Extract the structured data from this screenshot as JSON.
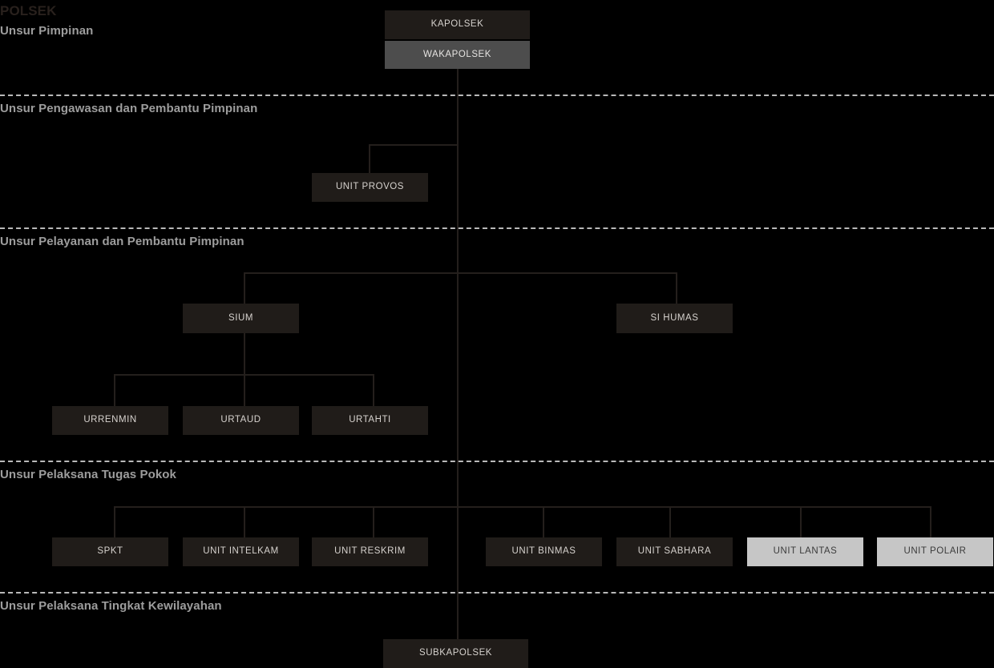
{
  "title": "POLSEK",
  "sections": [
    {
      "id": "pimpinan",
      "label": "Unsur Pimpinan"
    },
    {
      "id": "pengawasan",
      "label": "Unsur Pengawasan dan Pembantu Pimpinan"
    },
    {
      "id": "pelayanan",
      "label": "Unsur Pelayanan dan Pembantu Pimpinan"
    },
    {
      "id": "pelaksana",
      "label": "Unsur Pelaksana Tugas Pokok"
    },
    {
      "id": "kewilayahan",
      "label": "Unsur Pelaksana Tingkat Kewilayahan"
    }
  ],
  "nodes": {
    "kapolsek": "KAPOLSEK",
    "wakapolsek": "WAKAPOLSEK",
    "unit_provos": "UNIT PROVOS",
    "sium": "SIUM",
    "si_humas": "SI HUMAS",
    "urrenmin": "URRENMIN",
    "urtaud": "URTAUD",
    "urtahti": "URTAHTI",
    "spkt": "SPKT",
    "unit_intelkam": "UNIT INTELKAM",
    "unit_reskrim": "UNIT RESKRIM",
    "unit_binmas": "UNIT BINMAS",
    "unit_sabhara": "UNIT SABHARA",
    "unit_lantas": "UNIT LANTAS",
    "unit_polair": "UNIT POLAIR",
    "subkapolsek": "SUBKAPOLSEK"
  },
  "colors": {
    "background": "#000000",
    "box_dark": "#201c19",
    "box_mid": "#4d4d4d",
    "box_light": "#c6c6c6",
    "connector": "#241f1c",
    "section_text": "#9d9d9d",
    "divider": "#b9b9b9"
  }
}
